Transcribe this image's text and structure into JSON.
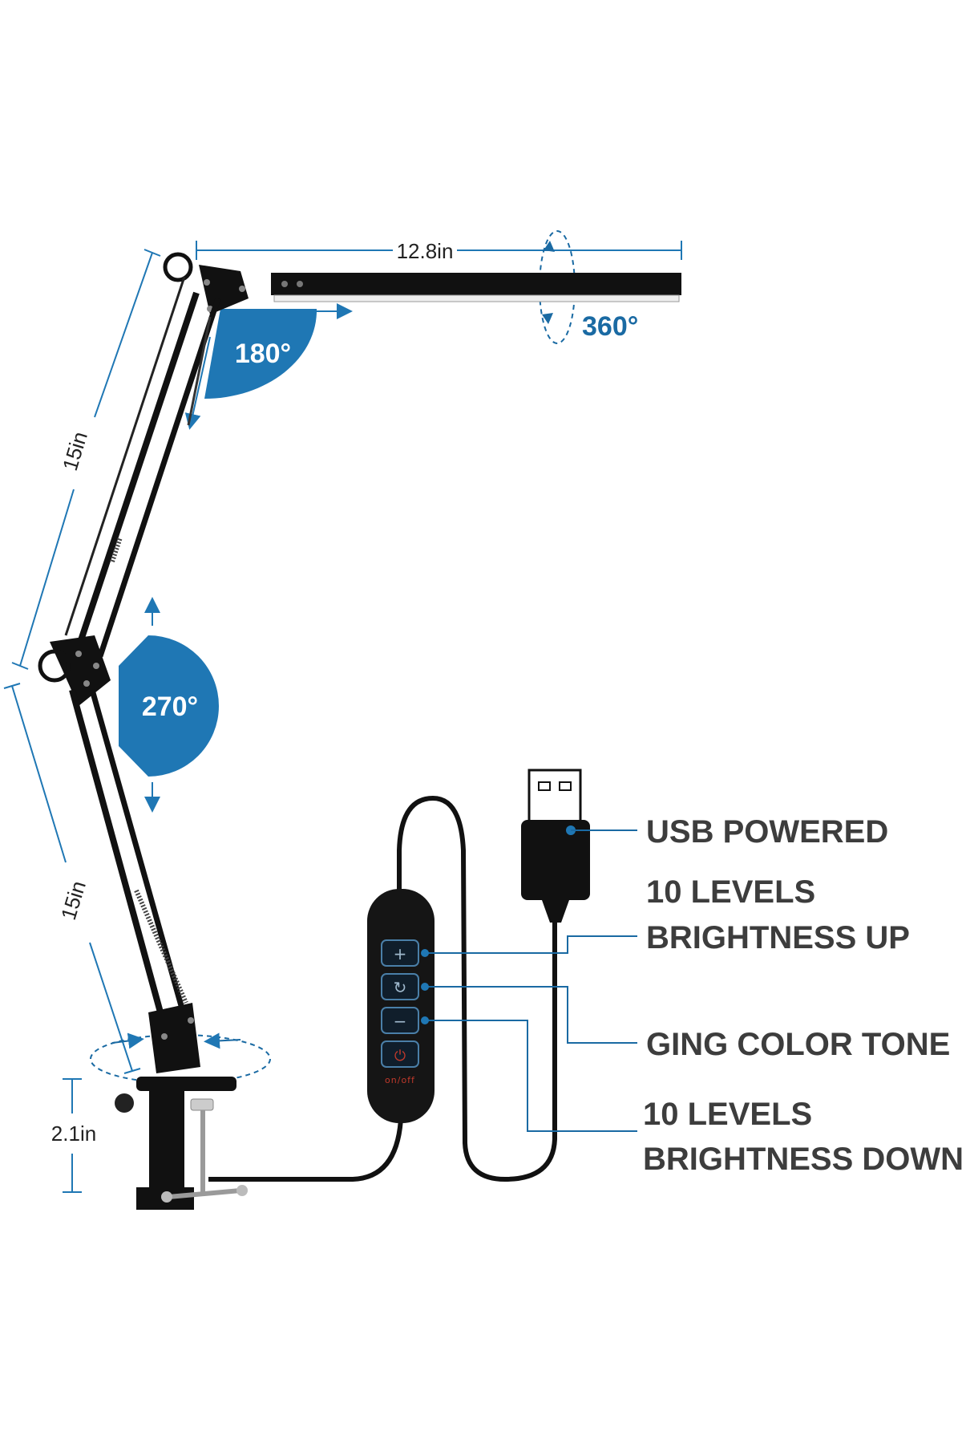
{
  "colors": {
    "accent": "#1f77b4",
    "accent_dark": "#1a6aa3",
    "lamp_black": "#111111",
    "text_gray": "#3d3d3d"
  },
  "dimensions": {
    "bar_length": "12.8in",
    "upper_arm": "15in",
    "lower_arm": "15in",
    "clamp_height": "2.1in"
  },
  "rotations": {
    "head": "180°",
    "joint": "270°",
    "bar": "360°"
  },
  "controller": {
    "plus_icon": "plus-icon",
    "tone_icon": "cycle-icon",
    "minus_icon": "minus-icon",
    "power_icon": "power-icon",
    "power_label": "on/off"
  },
  "features": {
    "usb": "USB POWERED",
    "up_line1": "10 LEVELS",
    "up_line2": "BRIGHTNESS UP",
    "tone": "GING COLOR TONE",
    "down_line1": "10 LEVELS",
    "down_line2": "BRIGHTNESS DOWN"
  }
}
